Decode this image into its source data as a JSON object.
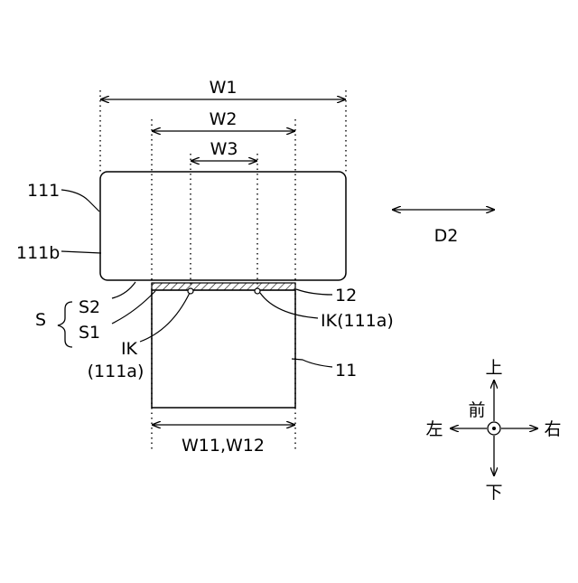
{
  "dimensions": {
    "w1": "W1",
    "w2": "W2",
    "w3": "W3",
    "w11_w12": "W11,W12"
  },
  "labels": {
    "part_111": "111",
    "part_111b": "111b",
    "part_11": "11",
    "part_12": "12",
    "s": "S",
    "s1": "S1",
    "s2": "S2",
    "ik_right": "IK(111a)",
    "ik_left_1": "IK",
    "ik_left_2": "(111a)",
    "d2": "D2"
  },
  "directions": {
    "up": "上",
    "down": "下",
    "left": "左",
    "right": "右",
    "front": "前"
  }
}
